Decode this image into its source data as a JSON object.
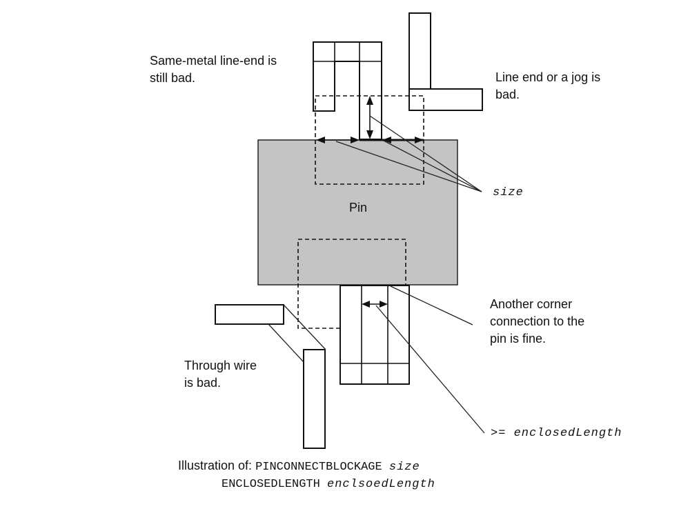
{
  "diagram": {
    "pin_label": "Pin",
    "notes": {
      "same_metal_line1": "Same-metal line-end is",
      "same_metal_line2": "still bad.",
      "line_end_line1": "Line end or a jog is",
      "line_end_line2": "bad.",
      "size_label": "size",
      "corner_line1": "Another corner",
      "corner_line2": "connection to the",
      "corner_line3": "pin is fine.",
      "through_line1": "Through wire",
      "through_line2": "is bad.",
      "enclosed_label": ">= enclosedLength"
    },
    "caption": {
      "prefix": "Illustration of: ",
      "keyword1": "PINCONNECTBLOCKAGE",
      "param1": "size",
      "keyword2": "ENCLOSEDLENGTH",
      "param2": "enclsoedLength"
    },
    "colors": {
      "pin_fill": "#c4c4c4",
      "stroke": "#111111",
      "background": "#ffffff"
    }
  }
}
